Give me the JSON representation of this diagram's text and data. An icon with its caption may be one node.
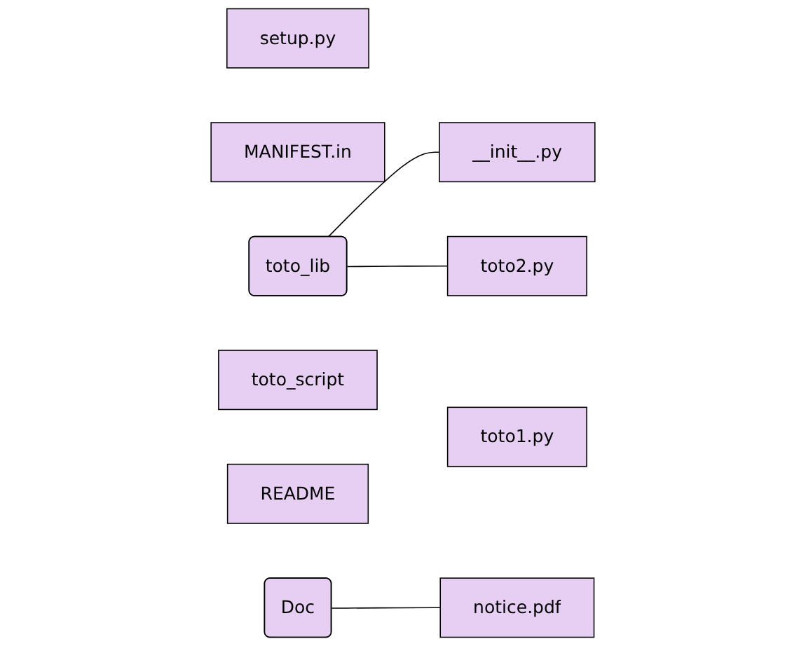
{
  "diagram": {
    "nodes": [
      {
        "text": [
          "setup.py"
        ]
      },
      {
        "text": [
          "MANIFEST.in"
        ]
      },
      {
        "text": [
          "__init__.py"
        ]
      },
      {
        "text": [
          "toto_lib"
        ]
      },
      {
        "text": [
          "toto1.py"
        ]
      },
      {
        "text": [
          "toto_script"
        ]
      },
      {
        "text": [
          "toto2.py"
        ]
      },
      {
        "text": [
          "README"
        ]
      },
      {
        "text": [
          "Doc"
        ]
      },
      {
        "text": [
          "notice.pdf"
        ]
      }
    ],
    "edges": [
      {
        "from": 3,
        "to": 2,
        "arrow": "none"
      },
      {
        "from": 3,
        "to": 6,
        "arrow": "none"
      },
      {
        "from": 8,
        "to": 9,
        "arrow": "none"
      }
    ]
  }
}
